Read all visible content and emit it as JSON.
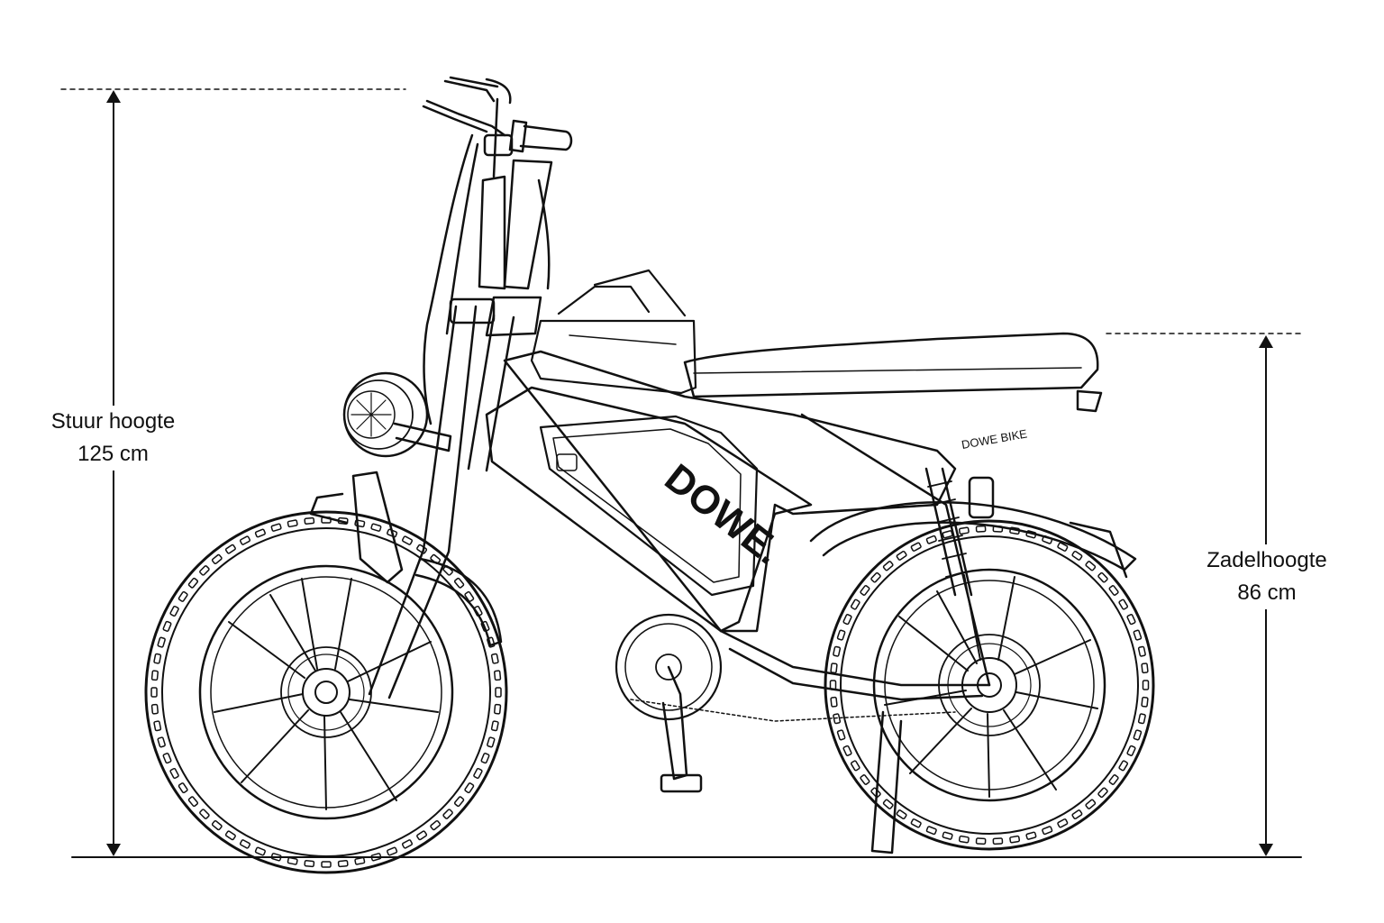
{
  "measurements": {
    "handlebar_height": {
      "name": "Stuur hoogte",
      "value": "125 cm"
    },
    "saddle_height": {
      "name": "Zadelhoogte",
      "value": "86 cm"
    }
  },
  "bike": {
    "brand_logo": "DOWE.",
    "frame_text": "DOWE BIKE"
  },
  "colors": {
    "line": "#111111",
    "background": "#ffffff"
  }
}
